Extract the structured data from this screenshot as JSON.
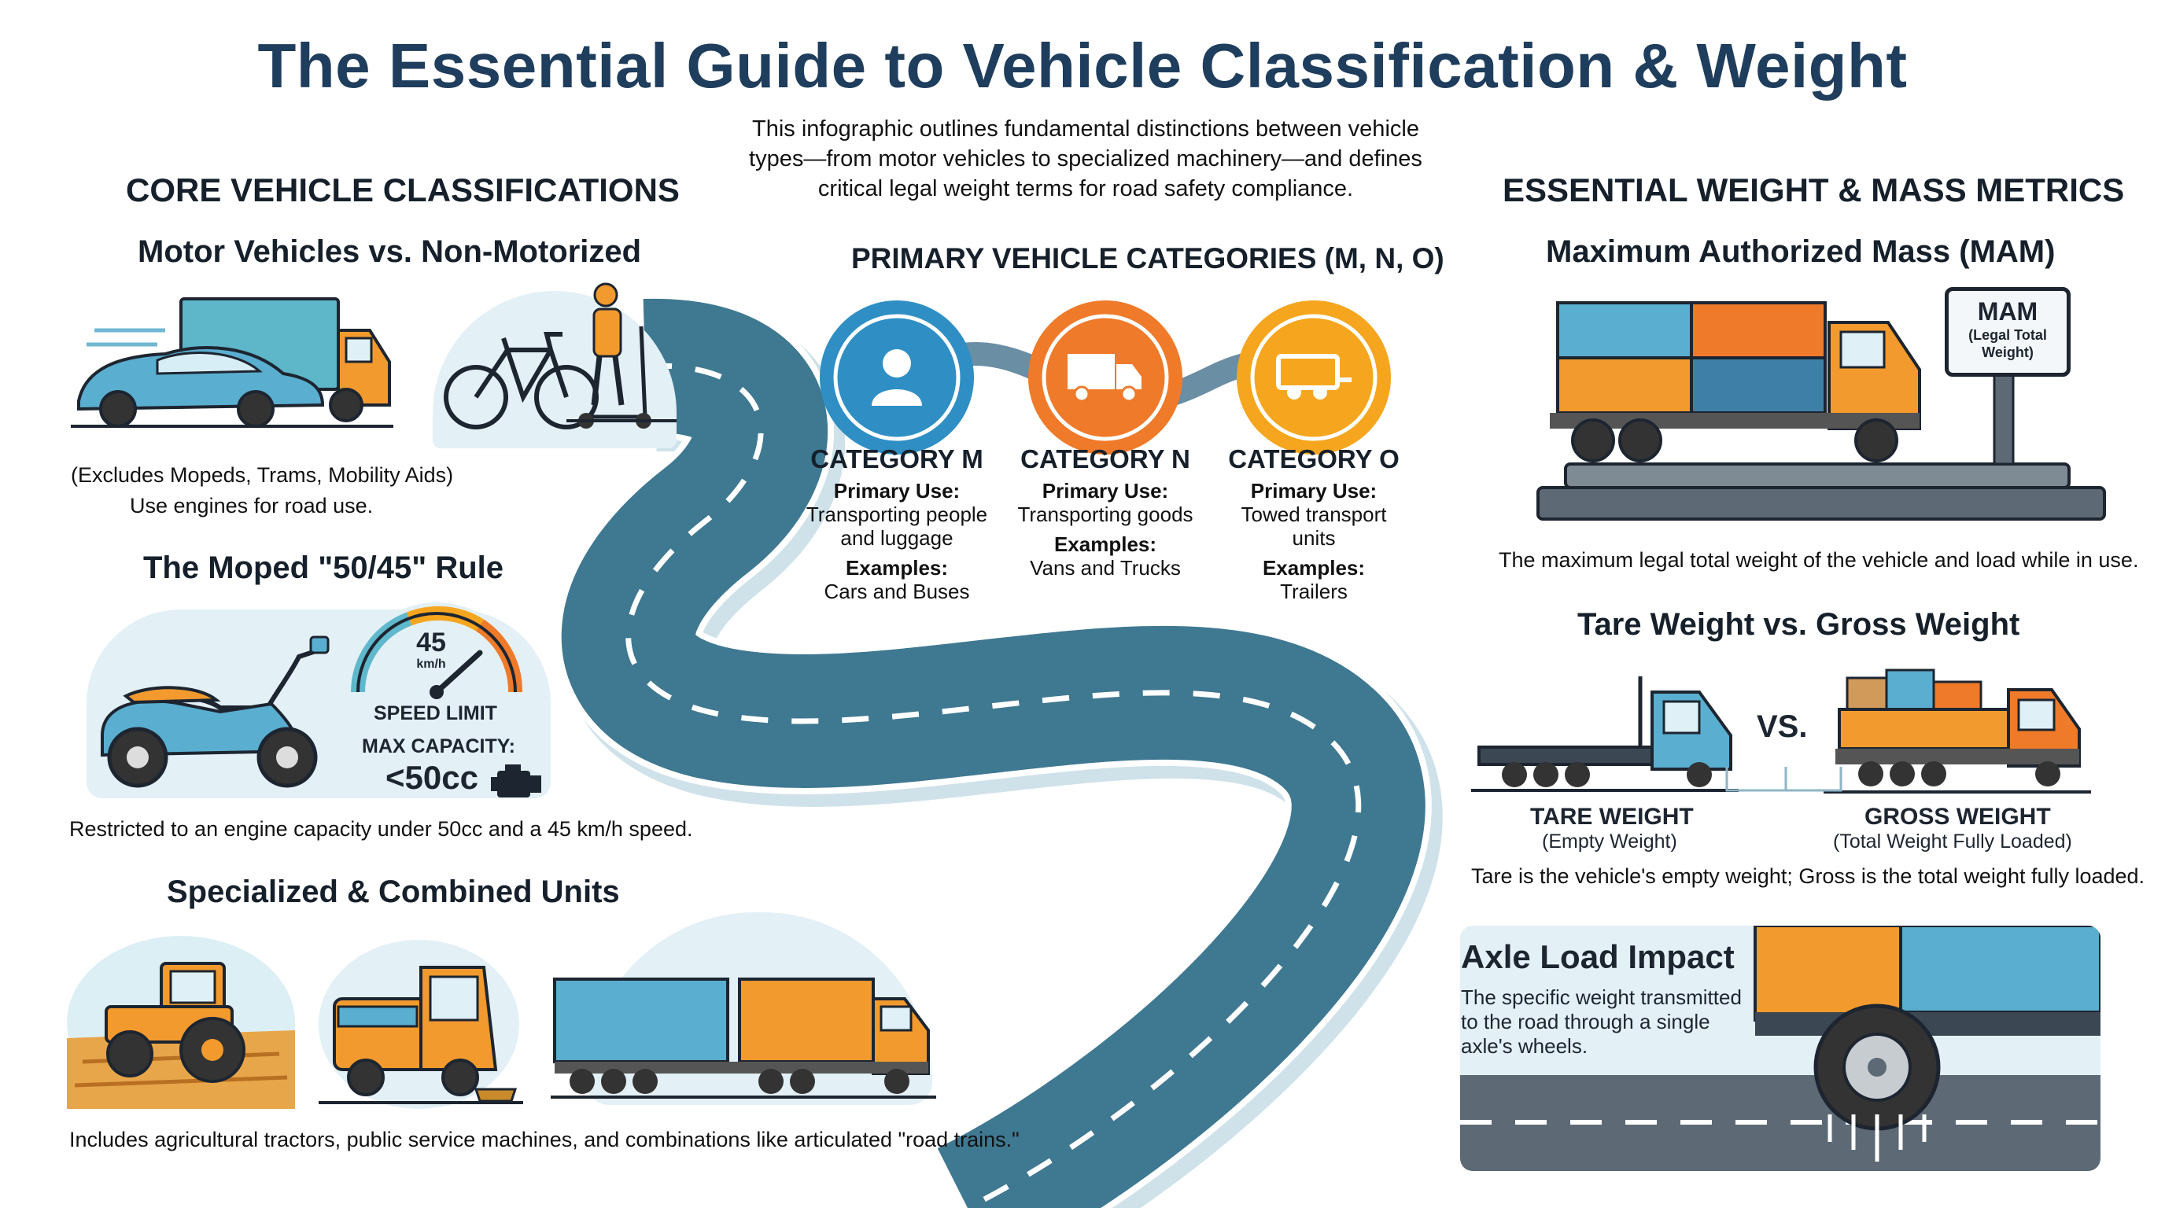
{
  "title": "The Essential Guide to Vehicle Classification & Weight",
  "intro": "This infographic outlines fundamental distinctions between vehicle types—from motor vehicles to specialized machinery—and defines critical legal weight terms for road safety compliance.",
  "left": {
    "heading": "CORE VEHICLE CLASSIFICATIONS",
    "motor": {
      "title": "Motor Vehicles vs. Non-Motorized",
      "caption1": "(Excludes Mopeds, Trams, Mobility Aids)",
      "caption2": "Use engines for road use."
    },
    "moped": {
      "title": "The Moped \"50/45\" Rule",
      "gauge_value": "45",
      "gauge_unit": "km/h",
      "speed_limit": "SPEED LIMIT",
      "max_capacity": "MAX CAPACITY:",
      "cc": "<50cc",
      "caption": "Restricted to an engine capacity under 50cc and a 45 km/h speed."
    },
    "special": {
      "title": "Specialized & Combined Units",
      "caption": "Includes agricultural tractors, public service machines, and combinations like articulated \"road trains.\""
    }
  },
  "center": {
    "heading": "PRIMARY VEHICLE CATEGORIES (M, N, O)",
    "categories": [
      {
        "name": "CATEGORY M",
        "use_label": "Primary Use:",
        "use": "Transporting people and luggage",
        "ex_label": "Examples:",
        "examples": "Cars and Buses",
        "color": "#2f8fc4"
      },
      {
        "name": "CATEGORY N",
        "use_label": "Primary Use:",
        "use": "Transporting goods",
        "ex_label": "Examples:",
        "examples": "Vans and Trucks",
        "color": "#ef7a2a"
      },
      {
        "name": "CATEGORY O",
        "use_label": "Primary Use:",
        "use": "Towed transport units",
        "ex_label": "Examples:",
        "examples": "Trailers",
        "color": "#f5a61e"
      }
    ]
  },
  "right": {
    "heading": "ESSENTIAL WEIGHT & MASS METRICS",
    "mam": {
      "title": "Maximum Authorized Mass (MAM)",
      "sign_title": "MAM",
      "sign_sub": "(Legal Total Weight)",
      "caption": "The maximum legal total weight of the vehicle and load while in use."
    },
    "tare": {
      "title": "Tare Weight vs. Gross Weight",
      "vs": "VS.",
      "tare_label": "TARE WEIGHT",
      "tare_sub": "(Empty Weight)",
      "gross_label": "GROSS WEIGHT",
      "gross_sub": "(Total Weight Fully Loaded)",
      "caption": "Tare is the vehicle's empty weight; Gross is the total weight fully loaded."
    },
    "axle": {
      "title": "Axle Load Impact",
      "caption": "The specific weight transmitted to the road through a single axle's wheels."
    }
  },
  "colors": {
    "navy": "#1f3d5c",
    "blue": "#2f8fc4",
    "orange": "#ef7a2a",
    "yellow": "#f5a61e",
    "road": "#3f7891",
    "teal": "#5fb8cc"
  }
}
